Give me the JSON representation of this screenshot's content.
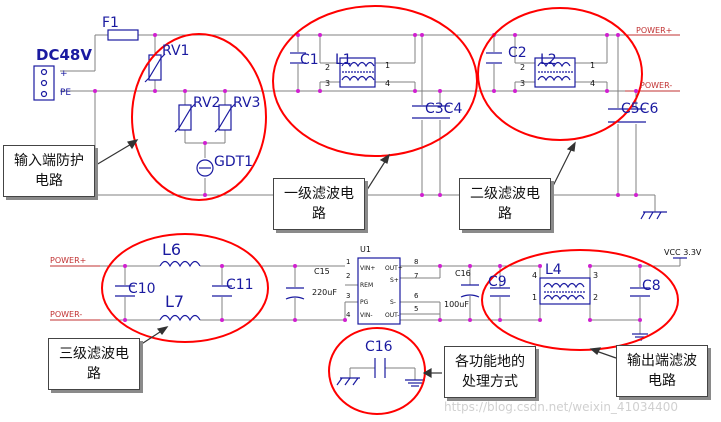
{
  "labels": {
    "dc48v": "DC48V",
    "plus": "+",
    "pe": "PE",
    "f1": "F1",
    "rv1": "RV1",
    "rv2": "RV2",
    "rv3": "RV3",
    "gdt1": "GDT1",
    "c1": "C1",
    "l1": "L1",
    "c3c4": "C3C4",
    "c2": "C2",
    "l2": "L2",
    "c5c6": "C5C6",
    "power_plus": "POWER+",
    "power_minus": "POWER-",
    "l6": "L6",
    "l7": "L7",
    "c10": "C10",
    "c11": "C11",
    "c15": "C15",
    "c15_val": "220uF",
    "u1": "U1",
    "vin_plus": "VIN+",
    "rem": "REM",
    "pg": "PG",
    "vin_minus": "VIN-",
    "out_plus": "OUT+",
    "s_plus": "S+",
    "s_minus": "S-",
    "out_minus": "OUT-",
    "c16": "C16",
    "c16_val": "100uF",
    "c9": "C9",
    "l4": "L4",
    "c8": "C8",
    "vcc": "VCC 3.3V",
    "c16_bottom": "C16"
  },
  "pins": {
    "p1": "1",
    "p2": "2",
    "p3": "3",
    "p4": "4",
    "p5": "5",
    "p6": "6",
    "p7": "7",
    "p8": "8"
  },
  "callouts": {
    "input_protection": "输入端防护电路",
    "stage1_filter": "一级滤波电路",
    "stage2_filter": "二级滤波电路",
    "stage3_filter": "三级滤波电路",
    "ground_handling": "各功能地的处理方式",
    "output_filter": "输出端滤波电路"
  },
  "watermark": "https://blog.csdn.net/weixin_41034400",
  "colors": {
    "wire": "#808080",
    "power_wire": "#c03030",
    "component": "#1a1aa0",
    "junction": "#d020d0",
    "highlight": "#ff0000"
  }
}
